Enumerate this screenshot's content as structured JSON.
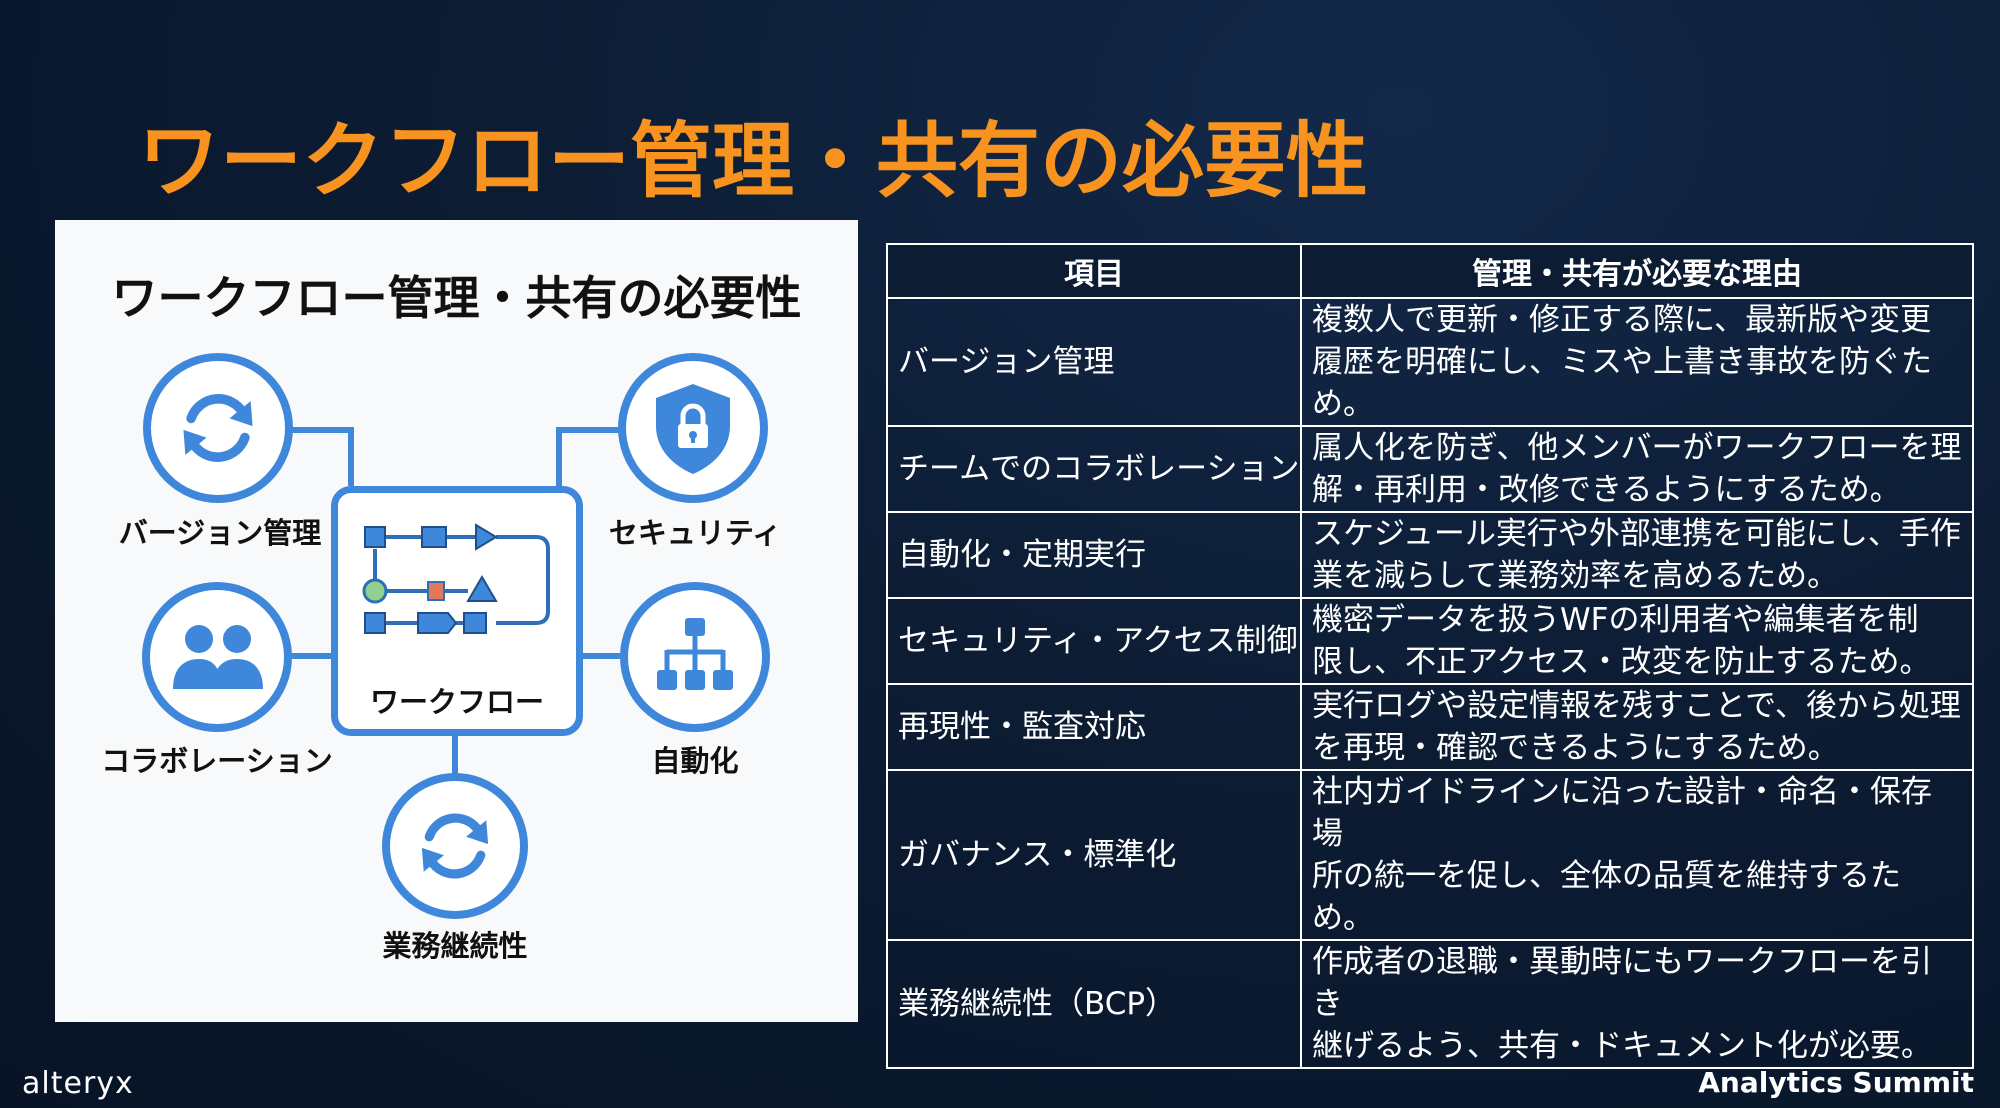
{
  "slide": {
    "title": "ワークフロー管理・共有の必要性"
  },
  "diagram": {
    "title": "ワークフロー管理・共有の必要性",
    "hub_label": "ワークフロー",
    "nodes": [
      {
        "label": "バージョン管理",
        "icon": "refresh-icon"
      },
      {
        "label": "セキュリティ",
        "icon": "shield-lock-icon"
      },
      {
        "label": "コラボレーション",
        "icon": "users-icon"
      },
      {
        "label": "自動化",
        "icon": "hierarchy-icon"
      },
      {
        "label": "業務継続性",
        "icon": "refresh-icon"
      }
    ]
  },
  "table": {
    "headers": [
      "項目",
      "管理・共有が必要な理由"
    ],
    "rows": [
      {
        "item": "バージョン管理",
        "reason": [
          "複数人で更新・修正する際に、最新版や変更",
          "履歴を明確にし、ミスや上書き事故を防ぐため。"
        ]
      },
      {
        "item": "チームでのコラボレーション",
        "reason": [
          "属人化を防ぎ、他メンバーがワークフローを理",
          "解・再利用・改修できるようにするため。"
        ]
      },
      {
        "item": "自動化・定期実行",
        "reason": [
          "スケジュール実行や外部連携を可能にし、手作",
          "業を減らして業務効率を高めるため。"
        ]
      },
      {
        "item": "セキュリティ・アクセス制御",
        "reason": [
          "機密データを扱うWFの利用者や編集者を制",
          "限し、不正アクセス・改変を防止するため。"
        ]
      },
      {
        "item": "再現性・監査対応",
        "reason": [
          "実行ログや設定情報を残すことで、後から処理",
          "を再現・確認できるようにするため。"
        ]
      },
      {
        "item": "ガバナンス・標準化",
        "reason": [
          "社内ガイドラインに沿った設計・命名・保存場",
          "所の統一を促し、全体の品質を維持するため。"
        ]
      },
      {
        "item": "業務継続性（BCP）",
        "reason": [
          "作成者の退職・異動時にもワークフローを引き",
          "継げるよう、共有・ドキュメント化が必要。"
        ]
      }
    ]
  },
  "footer": {
    "brand": "alteryx",
    "event": "Analytics Summit"
  },
  "colors": {
    "accent": "#f7931e",
    "icon_blue": "#3f87db",
    "background": "#0c1c33"
  }
}
